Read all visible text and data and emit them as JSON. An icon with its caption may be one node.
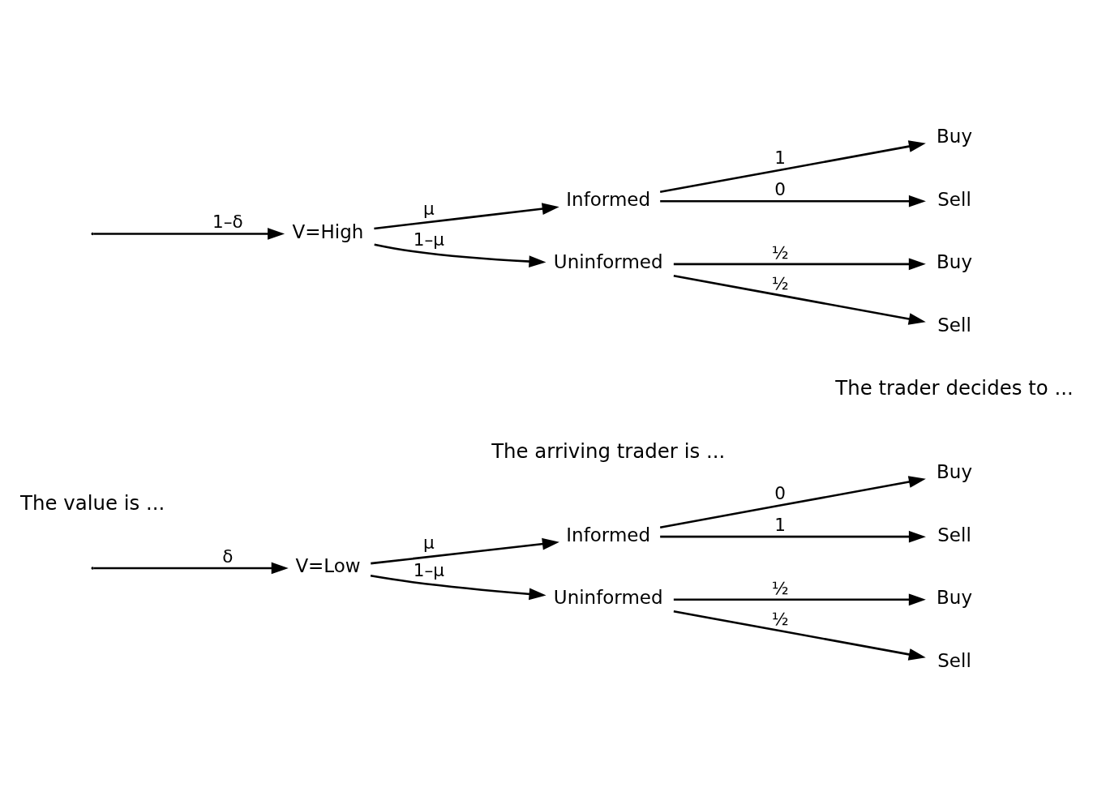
{
  "diagram": {
    "nodes": [
      {
        "text": [
          "V=Low"
        ]
      },
      {
        "text": [
          "V=High"
        ]
      },
      {
        "text": [
          "Informed"
        ]
      },
      {
        "text": [
          "Uninformed"
        ]
      },
      {
        "text": [
          "Informed"
        ]
      },
      {
        "text": [
          "Uninformed"
        ]
      },
      {
        "text": [
          "Buy"
        ]
      },
      {
        "text": [
          "Sell"
        ]
      },
      {
        "text": [
          "Buy"
        ]
      },
      {
        "text": [
          "Sell"
        ]
      },
      {
        "text": [
          "Buy"
        ]
      },
      {
        "text": [
          "Sell"
        ]
      },
      {
        "text": [
          "Buy"
        ]
      },
      {
        "text": [
          "Sell"
        ]
      }
    ],
    "edges": [
      {
        "from": null,
        "to": 0,
        "arrow": "to",
        "label": "δ"
      },
      {
        "from": null,
        "to": 1,
        "arrow": "to",
        "label": "1–δ"
      },
      {
        "from": 0,
        "to": 2,
        "arrow": "to",
        "label": "μ"
      },
      {
        "from": 0,
        "to": 3,
        "arrow": "to",
        "label": "1–μ"
      },
      {
        "from": 1,
        "to": 4,
        "arrow": "to",
        "label": "μ"
      },
      {
        "from": 1,
        "to": 5,
        "arrow": "to",
        "label": "1–μ"
      },
      {
        "from": 2,
        "to": 6,
        "arrow": "to",
        "label": "0"
      },
      {
        "from": 2,
        "to": 7,
        "arrow": "to",
        "label": "1"
      },
      {
        "from": 3,
        "to": 8,
        "arrow": "to",
        "label": "½"
      },
      {
        "from": 3,
        "to": 9,
        "arrow": "to",
        "label": "½"
      },
      {
        "from": 4,
        "to": 10,
        "arrow": "to",
        "label": "1"
      },
      {
        "from": 4,
        "to": 11,
        "arrow": "to",
        "label": "0"
      },
      {
        "from": 5,
        "to": 12,
        "arrow": "to",
        "label": "½"
      },
      {
        "from": 5,
        "to": 13,
        "arrow": "to",
        "label": "½"
      }
    ],
    "labels": [
      "The trader decides to ...",
      "The arriving trader is ...",
      "The value is ..."
    ]
  }
}
